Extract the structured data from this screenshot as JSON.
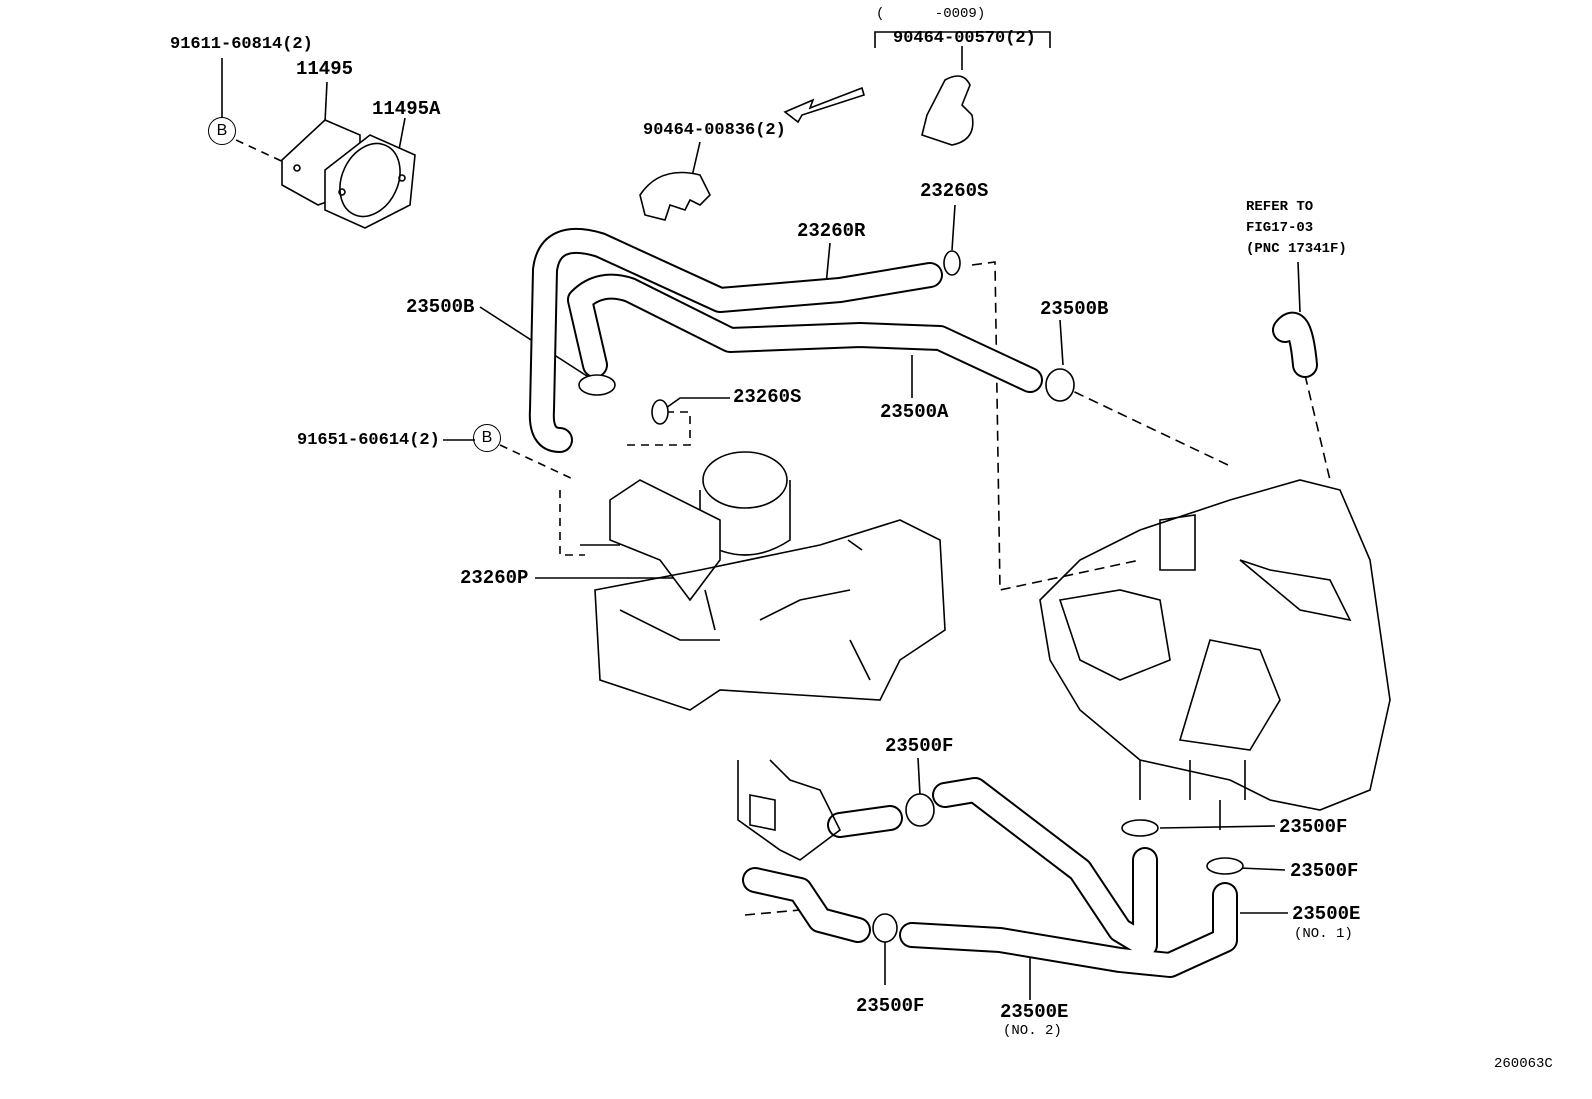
{
  "labels": {
    "bolt_top_left": "91611-60814(2)",
    "part_11495": "11495",
    "part_11495A": "11495A",
    "ref_b": "B",
    "date_range": "(      -0009)",
    "clip_90464_00570": "90464-00570(2)",
    "clip_90464_00836": "90464-00836(2)",
    "clamp_23260S_top": "23260S",
    "hose_23260R": "23260R",
    "refer_line1": "REFER TO",
    "refer_line2": "FIG17-03",
    "refer_line3": "(PNC 17341F)",
    "clamp_23500B_left": "23500B",
    "clamp_23500B_right": "23500B",
    "clamp_23260S_mid": "23260S",
    "hose_23500A": "23500A",
    "bolt_mid_left": "91651-60614(2)",
    "valve_23260P": "23260P",
    "clamp_23500F_top": "23500F",
    "clamp_23500F_right1": "23500F",
    "clamp_23500F_right2": "23500F",
    "hose_23500E_no1": "23500E",
    "hose_23500E_no1_sub": "(NO. 1)",
    "clamp_23500F_bottom": "23500F",
    "hose_23500E_no2": "23500E",
    "hose_23500E_no2_sub": "(NO. 2)",
    "figure_id": "260063C"
  }
}
